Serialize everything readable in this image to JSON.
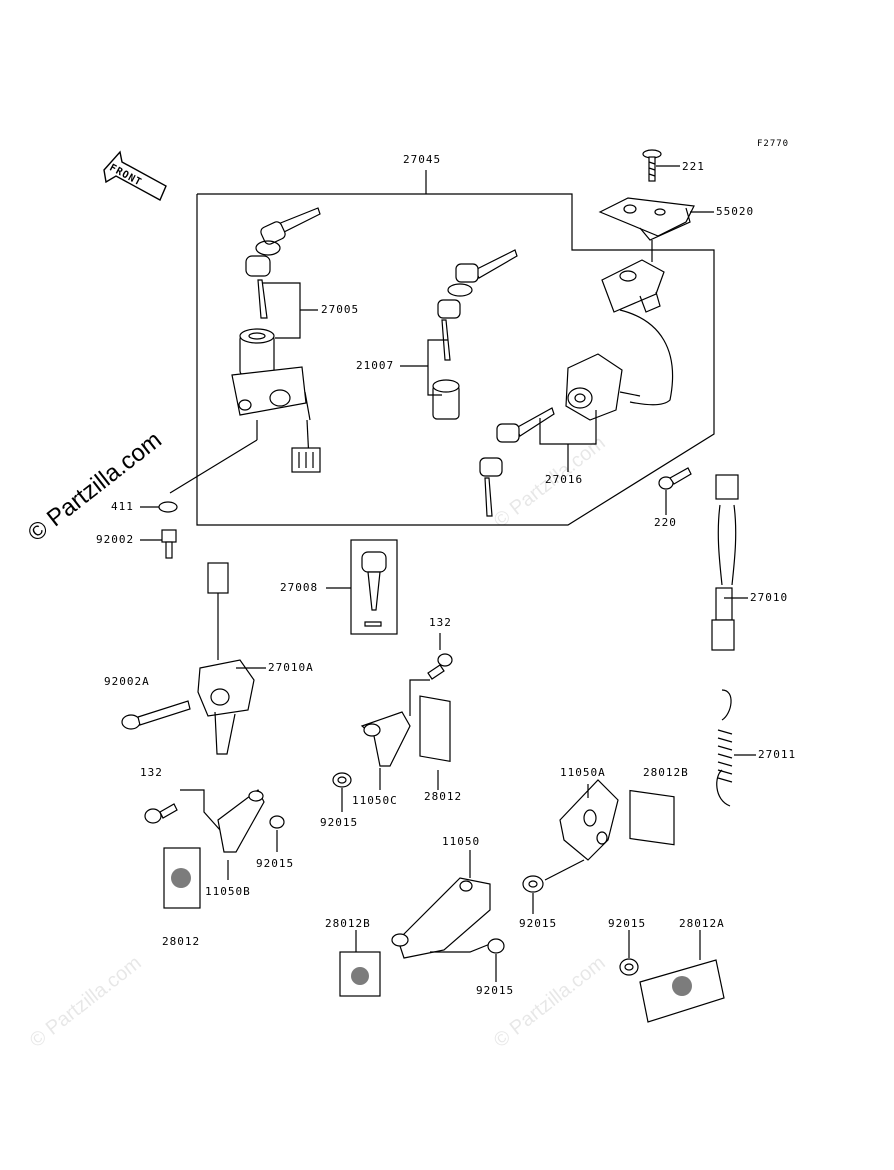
{
  "figure_code": "F2770",
  "front_label": "FRONT",
  "watermark_text": "© Partzilla.com",
  "watermark_faint": "© Partzilla.com",
  "part_labels": {
    "p27045": "27045",
    "p221": "221",
    "p55020": "55020",
    "p27005": "27005",
    "p21007": "21007",
    "p27016": "27016",
    "p220": "220",
    "p411": "411",
    "p92002": "92002",
    "p27008": "27008",
    "p27010": "27010",
    "p132a": "132",
    "p27010A": "27010A",
    "p92002A": "92002A",
    "p27011": "27011",
    "p92015a": "92015",
    "p11050C": "11050C",
    "p28012a": "28012",
    "p132b": "132",
    "p11050A": "11050A",
    "p28012B_a": "28012B",
    "p92015b": "92015",
    "p11050B": "11050B",
    "p11050": "11050",
    "p28012b": "28012",
    "p92015c": "92015",
    "p28012B_b": "28012B",
    "p92015d": "92015",
    "p92015e": "92015",
    "p28012A": "28012A"
  }
}
